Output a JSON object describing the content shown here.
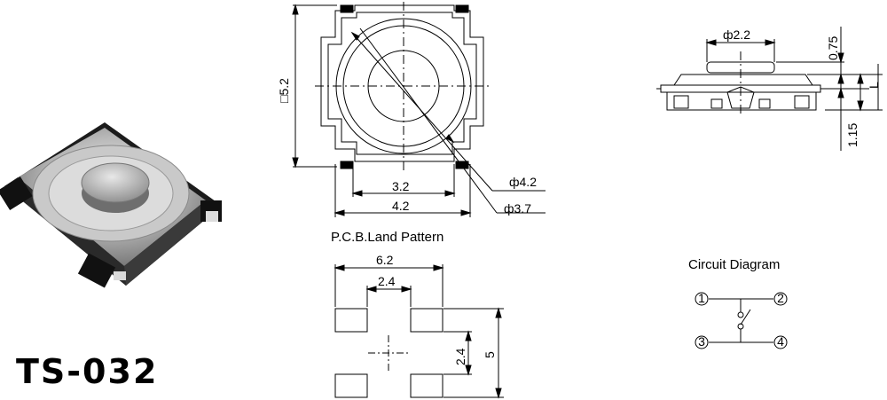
{
  "part": {
    "model": "TS-032"
  },
  "top_view": {
    "square_size": "□5.2",
    "dim_inner": "3.2",
    "dim_outer": "4.2",
    "dia_outer": "ф4.2",
    "dia_inner": "ф3.7"
  },
  "side_view": {
    "dia_button": "ф2.2",
    "button_height": "0.75",
    "total_height": "L",
    "base_height": "1.15"
  },
  "pcb_land": {
    "title": "P.C.B.Land Pattern",
    "width_total": "6.2",
    "gap_x": "2.4",
    "gap_y": "2.4",
    "height_total": "5"
  },
  "circuit": {
    "title": "Circuit Diagram",
    "pins": [
      "1",
      "2",
      "3",
      "4"
    ]
  }
}
